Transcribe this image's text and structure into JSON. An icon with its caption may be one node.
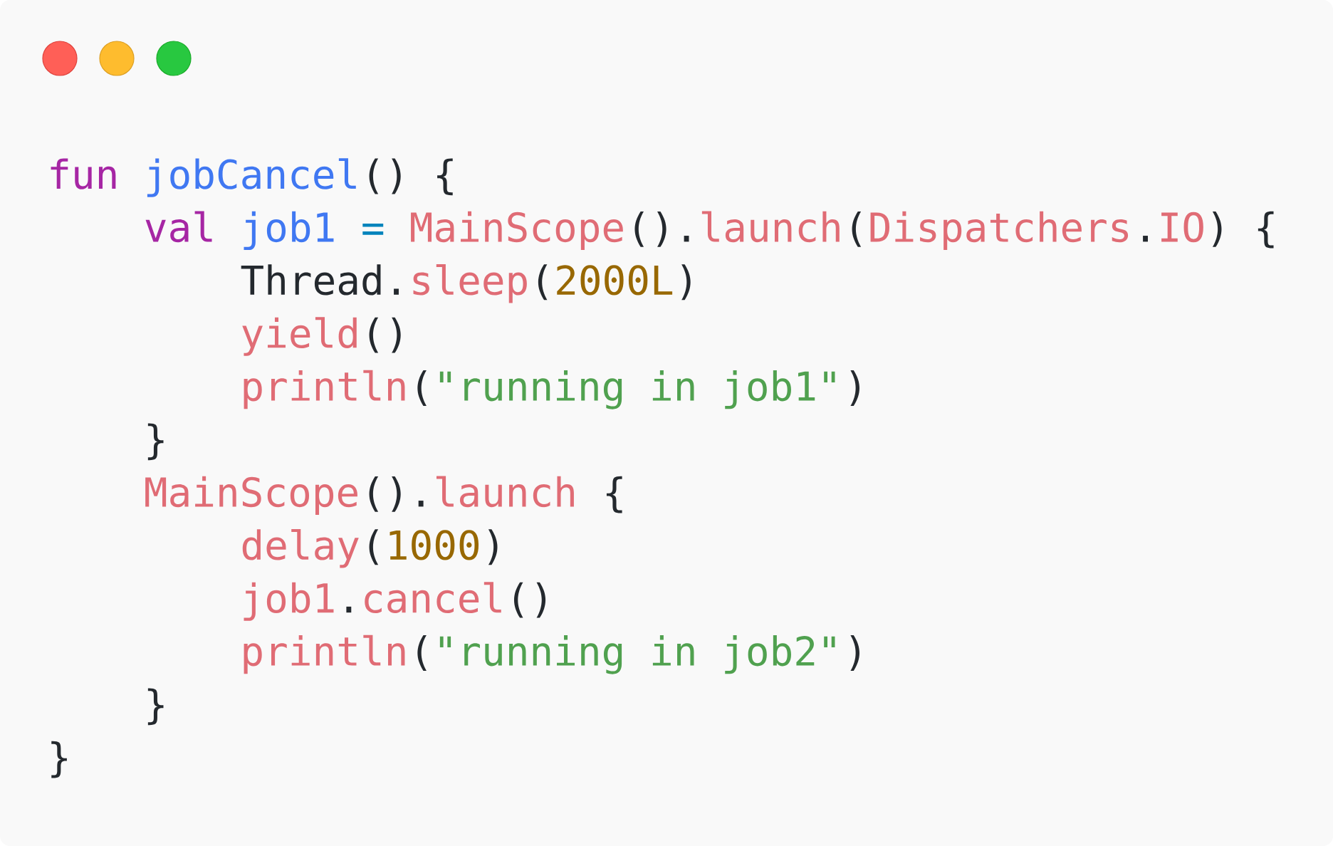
{
  "diagram": {
    "labels": [
      "fun",
      "jobCancel",
      "() {",
      "val",
      "job1",
      "=",
      "MainScope",
      "().",
      "launch",
      "(",
      "Dispatchers",
      ".",
      "IO",
      ") {",
      "Thread.",
      "sleep",
      "(",
      "2000L",
      ")",
      "yield",
      "()",
      "println",
      "(",
      "\"running in job1\"",
      ")",
      "}",
      "MainScope",
      "().",
      "launch",
      "{",
      "delay",
      "(",
      "1000",
      ")",
      "job1",
      ".",
      "cancel",
      "()",
      "println",
      "(",
      "\"running in job2\"",
      ")",
      "}",
      "}"
    ]
  }
}
